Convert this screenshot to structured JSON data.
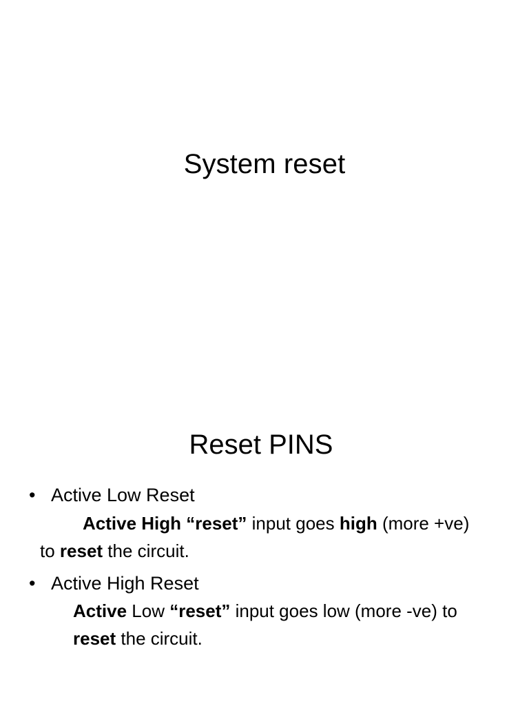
{
  "document": {
    "background_color": "#ffffff",
    "text_color": "#000000"
  },
  "section_one": {
    "title": "System reset"
  },
  "section_two": {
    "title": "Reset PINS",
    "bullets": [
      {
        "label": "Active Low Reset",
        "marker": "bullet-dot",
        "paragraph": {
          "runs": [
            {
              "text": "Active High ",
              "bold": true
            },
            {
              "text": "“reset”",
              "bold": true
            },
            {
              "text": " input goes ",
              "bold": false
            },
            {
              "text": "high",
              "bold": true
            },
            {
              "text": " (more +ve) to ",
              "bold": false
            },
            {
              "text": "reset",
              "bold": true
            },
            {
              "text": " the circuit.",
              "bold": false
            }
          ],
          "plain_text": "Active High “reset” input goes high (more +ve) to reset the circuit."
        }
      },
      {
        "label": "Active High Reset",
        "marker": "bullet-dot",
        "paragraph": {
          "runs": [
            {
              "text": "Active",
              "bold": true
            },
            {
              "text": " Low ",
              "bold": false
            },
            {
              "text": "“reset”",
              "bold": true
            },
            {
              "text": " input goes low (more -ve) to ",
              "bold": false
            },
            {
              "text": "reset",
              "bold": true
            },
            {
              "text": " the circuit.",
              "bold": false
            }
          ],
          "plain_text": "Active Low “reset” input goes low (more -ve) to reset the circuit."
        }
      }
    ]
  }
}
